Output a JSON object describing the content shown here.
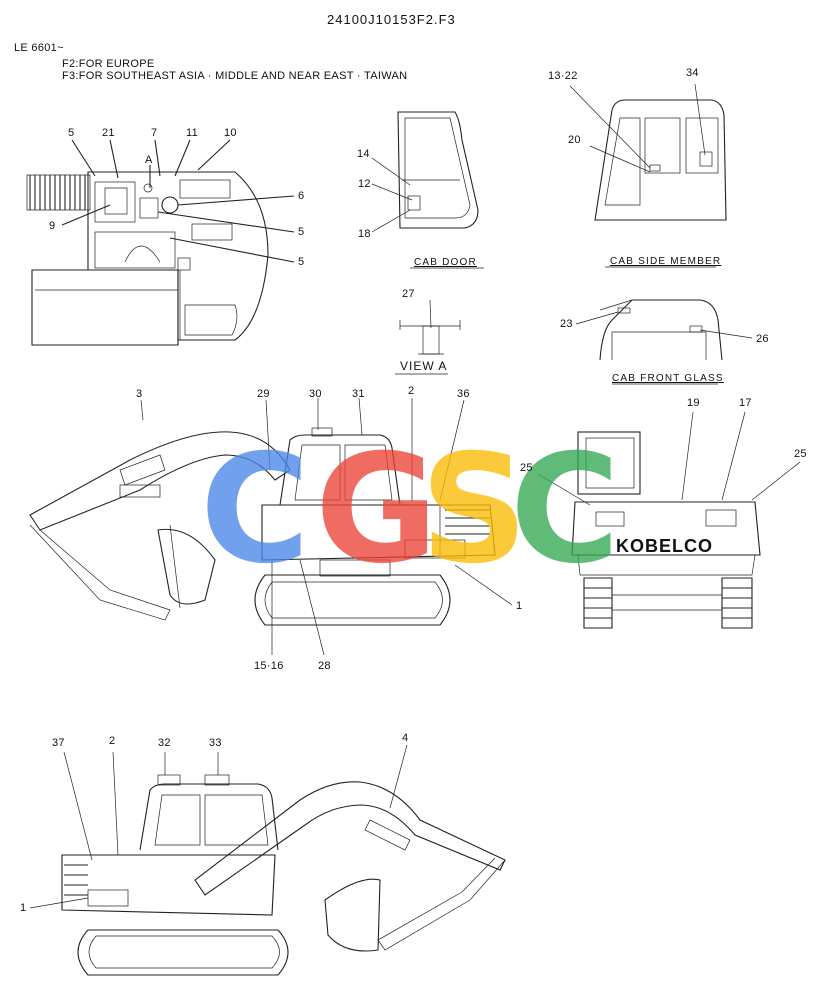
{
  "header": {
    "drawing_no": "24100J10153F2.F3",
    "serial": "LE 6601~",
    "note_f2": "F2:FOR EUROPE",
    "note_f3": "F3:FOR SOUTHEAST ASIA · MIDDLE AND NEAR EAST · TAIWAN"
  },
  "captions": {
    "cab_door": "CAB DOOR",
    "cab_side_member": "CAB SIDE MEMBER",
    "view_a": "VIEW A",
    "cab_front_glass": "CAB FRONT GLASS"
  },
  "brand": {
    "rear_text": "KOBELCO",
    "watermark": [
      "C",
      "G",
      "S",
      "C"
    ],
    "watermark_colors": [
      "#4a86e8",
      "#ea4335",
      "#fbbc05",
      "#34a853"
    ]
  },
  "callouts": {
    "top_left": [
      "5",
      "21",
      "7",
      "11",
      "10",
      "A",
      "6",
      "9",
      "5",
      "5"
    ],
    "cab_door": [
      "14",
      "12",
      "18"
    ],
    "cab_side": [
      "13·22",
      "34",
      "20"
    ],
    "view_a": [
      "27"
    ],
    "front_glass": [
      "23",
      "26"
    ],
    "side_view": [
      "3",
      "29",
      "30",
      "31",
      "2",
      "36",
      "1",
      "15·16",
      "28"
    ],
    "rear_view": [
      "19",
      "17",
      "25",
      "25"
    ],
    "bottom_view": [
      "37",
      "2",
      "32",
      "33",
      "4",
      "1"
    ]
  }
}
